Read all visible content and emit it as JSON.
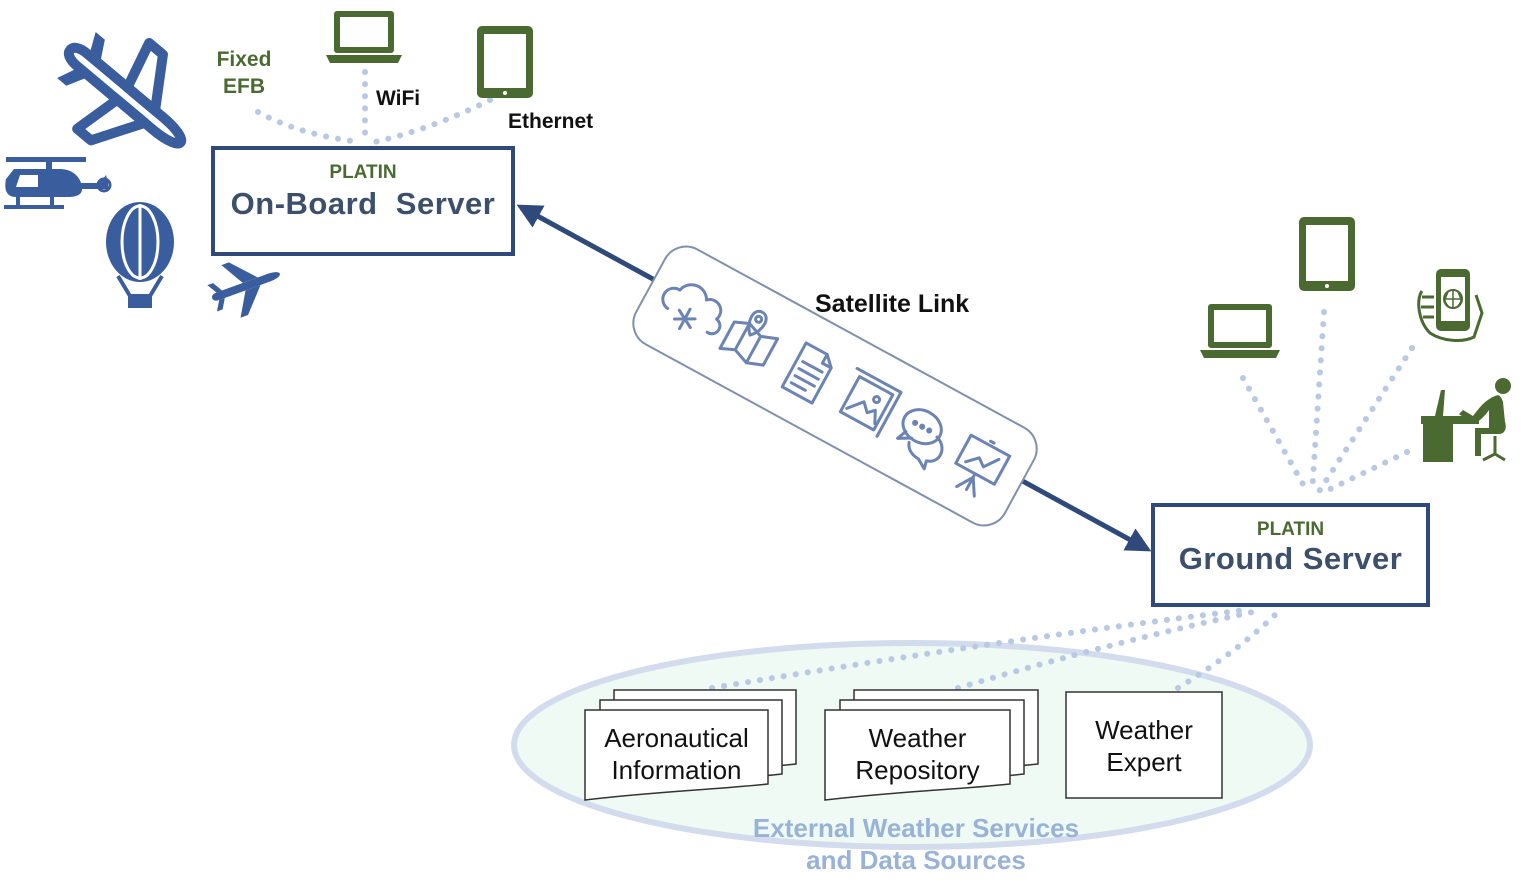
{
  "onboard": {
    "tag": "PLATIN",
    "title": "On-Board  Server",
    "devices": {
      "fixed_efb": "Fixed\nEFB",
      "wifi": "WiFi",
      "ethernet": "Ethernet"
    }
  },
  "ground": {
    "tag": "PLATIN",
    "title": "Ground Server"
  },
  "link": {
    "label": "Satellite Link",
    "icons": [
      "weather-cloud-icon",
      "map-pin-icon",
      "document-icon",
      "images-icon",
      "chat-bubbles-icon",
      "presentation-chart-icon"
    ]
  },
  "sources": {
    "aeronautical": "Aeronautical\nInformation",
    "weather_repo": "Weather\nRepository",
    "weather_expert": "Weather\nExpert",
    "external": "External Weather Services\nand Data Sources"
  },
  "colors": {
    "navy": "#2f4a7a",
    "aircraft_blue": "#3a5d9e",
    "device_green": "#4a6a32",
    "dotted": "#b9c9e3",
    "ellipse_fill": "#eefaf3",
    "ellipse_stroke": "#d3dced",
    "external_text": "#98b2d8"
  }
}
